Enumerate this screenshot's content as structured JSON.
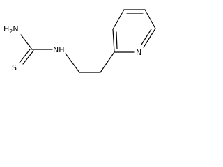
{
  "molecule": {
    "labels": {
      "amine_H": "H",
      "amine_sub": "2",
      "amine_N": "N",
      "imine_NH": "NH",
      "sulfur": "S",
      "pyridine_N": "N"
    },
    "colors": {
      "bond": "#000000",
      "text": "#000000",
      "background": "#ffffff"
    }
  }
}
